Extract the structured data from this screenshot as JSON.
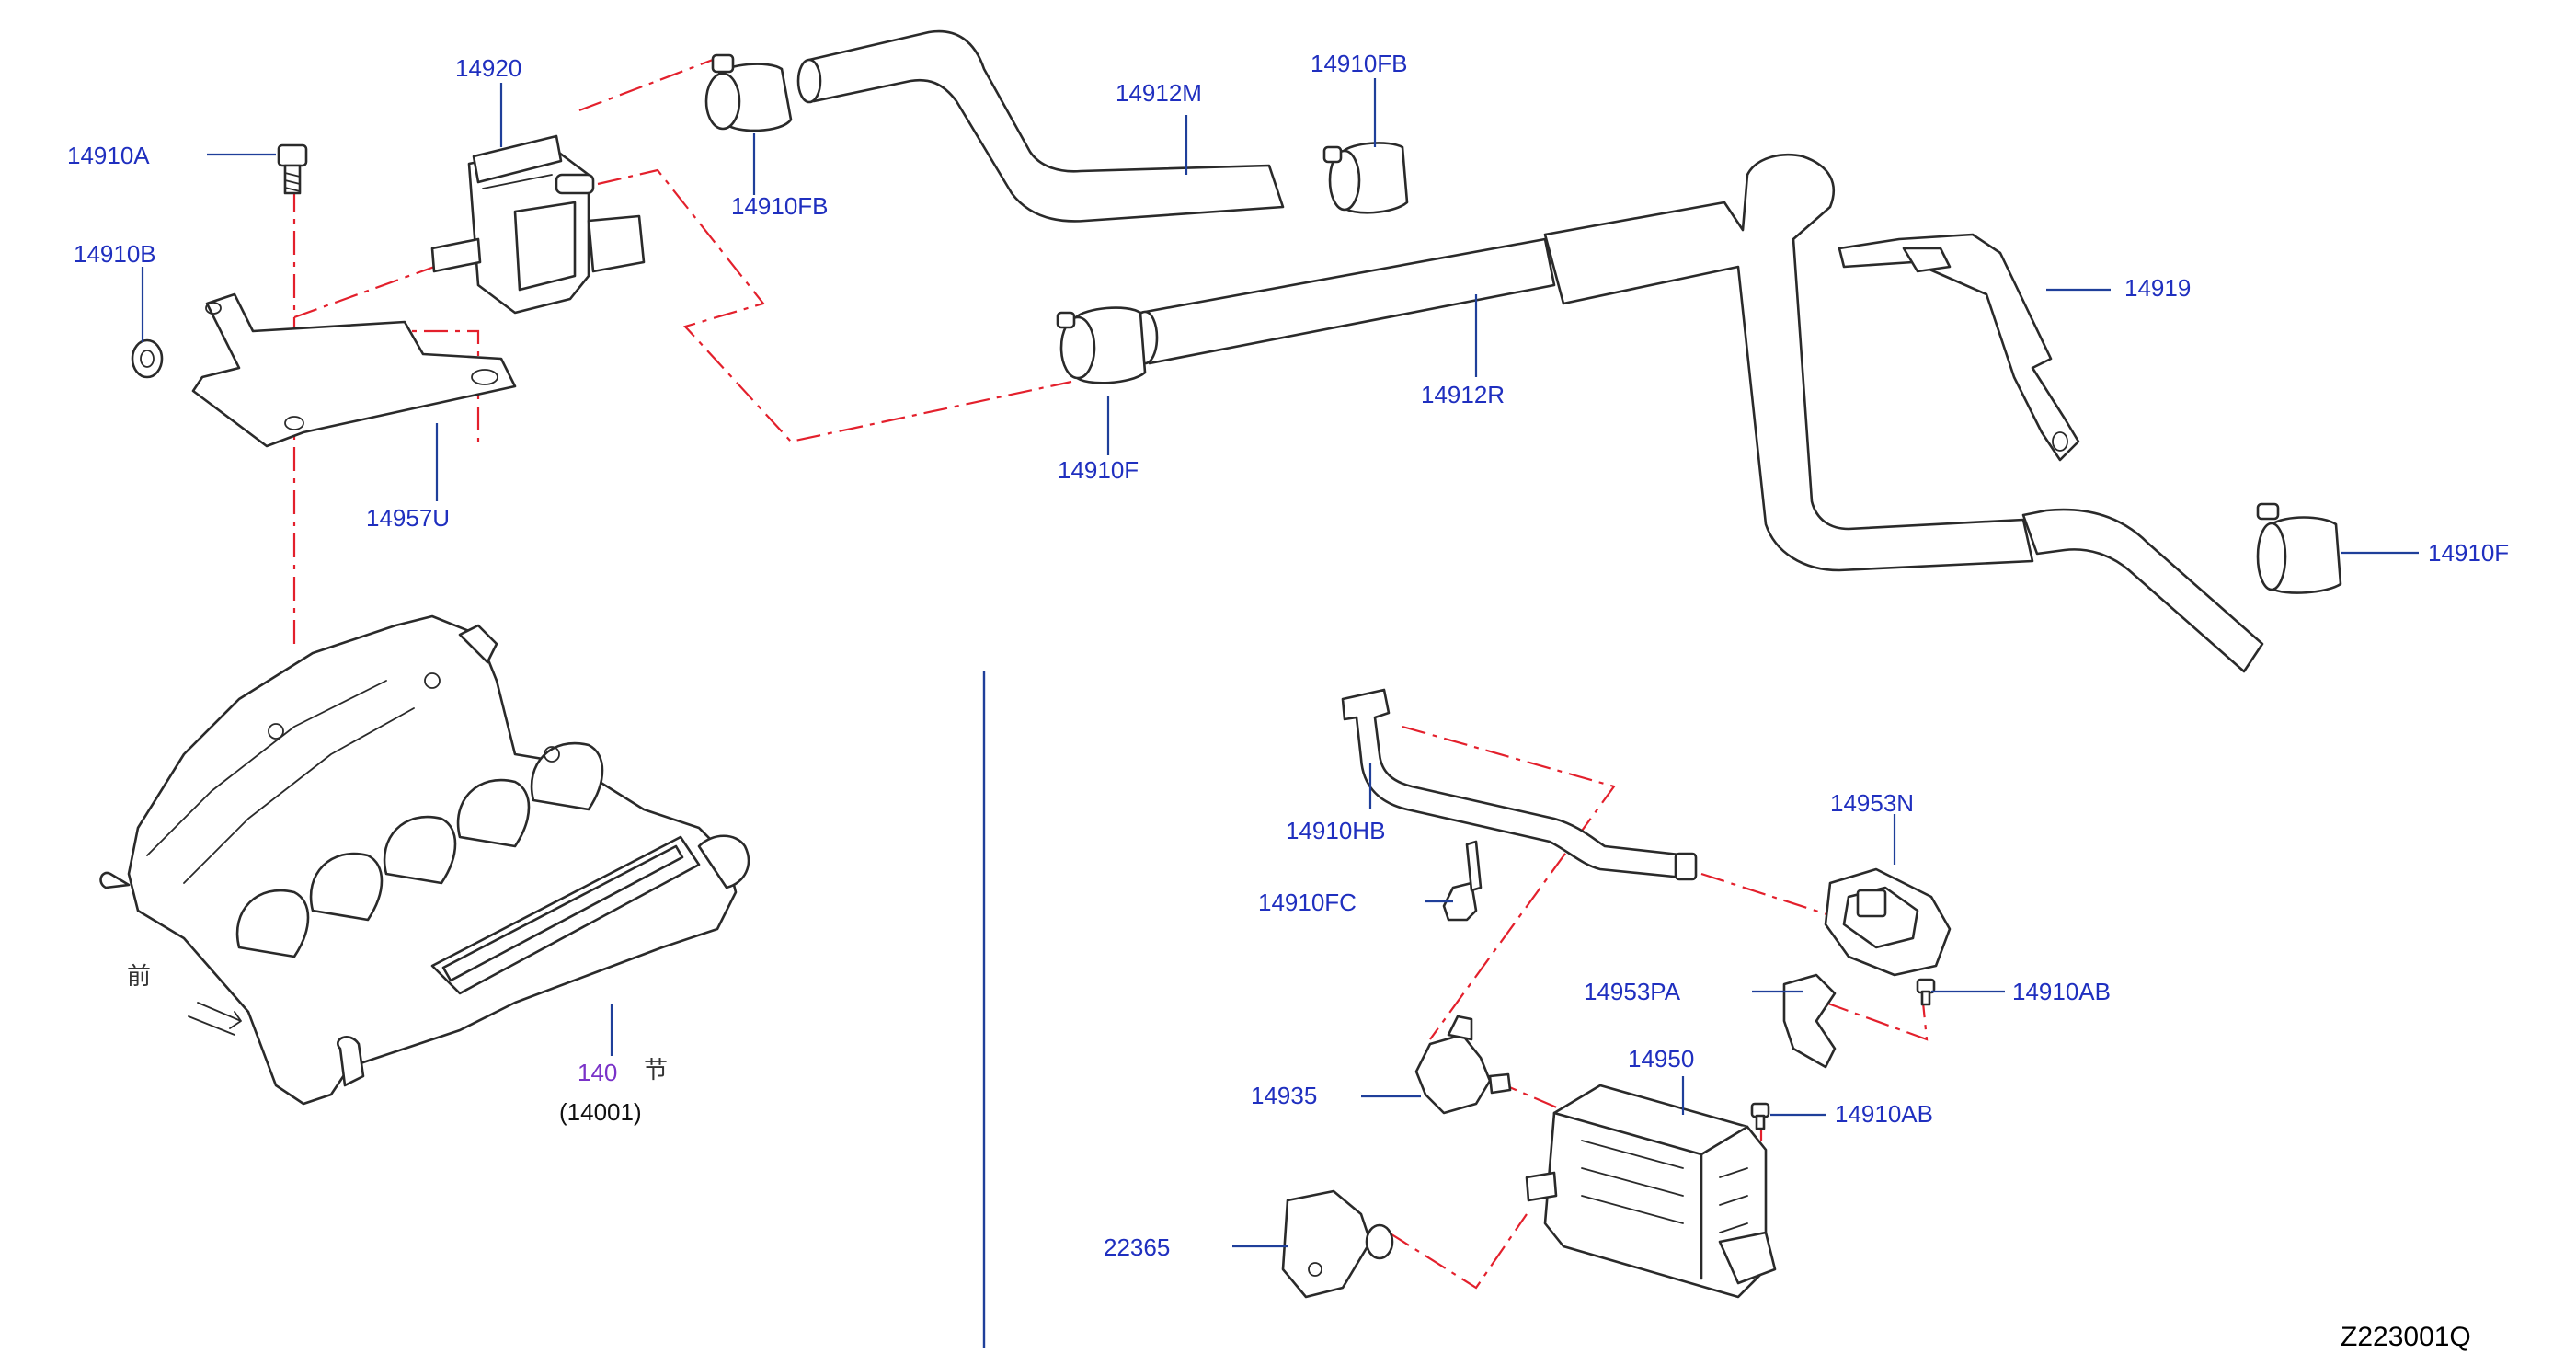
{
  "diagram_code": "Z223001Q",
  "front_glyph": "前",
  "section_glyph": "节",
  "assembly": {
    "ref_number": "140",
    "part_number": "(14001)"
  },
  "callouts": [
    {
      "id": "14920",
      "text": "14920"
    },
    {
      "id": "14910A",
      "text": "14910A"
    },
    {
      "id": "14910B",
      "text": "14910B"
    },
    {
      "id": "14910FB-upper",
      "text": "14910FB"
    },
    {
      "id": "14910FB-lower",
      "text": "14910FB"
    },
    {
      "id": "14912M",
      "text": "14912M"
    },
    {
      "id": "14919",
      "text": "14919"
    },
    {
      "id": "14912R",
      "text": "14912R"
    },
    {
      "id": "14957U",
      "text": "14957U"
    },
    {
      "id": "14910F-middle",
      "text": "14910F"
    },
    {
      "id": "14910F-right",
      "text": "14910F"
    },
    {
      "id": "14910HB",
      "text": "14910HB"
    },
    {
      "id": "14953N",
      "text": "14953N"
    },
    {
      "id": "14910FC",
      "text": "14910FC"
    },
    {
      "id": "14953PA",
      "text": "14953PA"
    },
    {
      "id": "14910AB-upper",
      "text": "14910AB"
    },
    {
      "id": "14950",
      "text": "14950"
    },
    {
      "id": "14935",
      "text": "14935"
    },
    {
      "id": "14910AB-lower",
      "text": "14910AB"
    },
    {
      "id": "22365",
      "text": "22365"
    }
  ],
  "colors": {
    "callout_text": "#1f2fbf",
    "leader_line": "#1f3f9a",
    "connection_dash": "#e3202c",
    "part_outline": "#2a2a2a",
    "ref_number": "#7a32c8"
  }
}
